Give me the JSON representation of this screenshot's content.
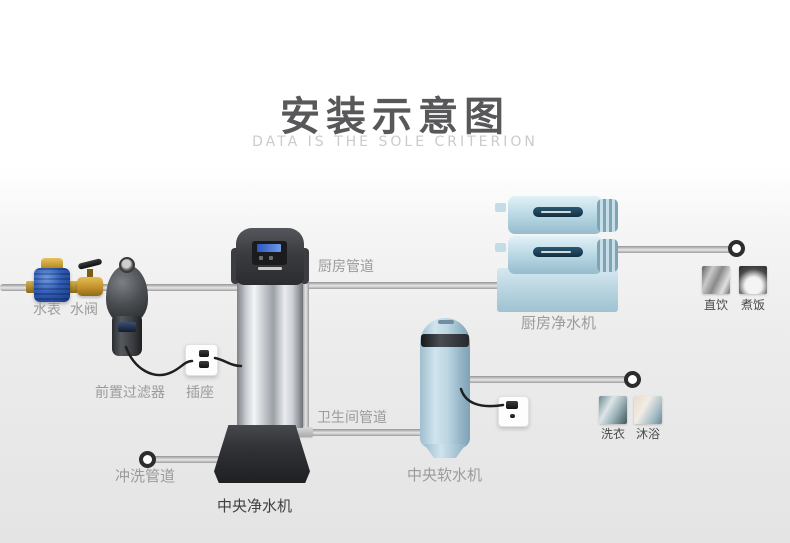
{
  "header": {
    "title": "安装示意图",
    "subtitle": "DATA IS THE SOLE CRITERION"
  },
  "devices": {
    "water_meter": "水表",
    "water_valve": "水阀",
    "pre_filter": "前置过滤器",
    "filter_socket": "插座",
    "central_purifier": "中央净水机",
    "kitchen_purifier": "厨房净水机",
    "central_softener": "中央软水机"
  },
  "pipes": {
    "kitchen": "厨房管道",
    "bathroom": "卫生间管道",
    "flush": "冲洗管道"
  },
  "endpoints": {
    "direct_drink": "直饮",
    "cook_rice": "煮饭",
    "laundry": "洗衣",
    "bath": "沐浴"
  },
  "colors": {
    "pipe_gray": "#b5b5b5",
    "ring_dark": "#2d2d2d",
    "label_light": "#9b9b9b",
    "label_dark": "#4a4a4a",
    "title_gray": "#58585a",
    "subtitle_gray": "#cbcbcb",
    "device_light_blue": "#bddbe6",
    "meter_blue": "#2f5cb4",
    "brass_gold": "#c2922c",
    "stainless": "#c2c6cb"
  }
}
